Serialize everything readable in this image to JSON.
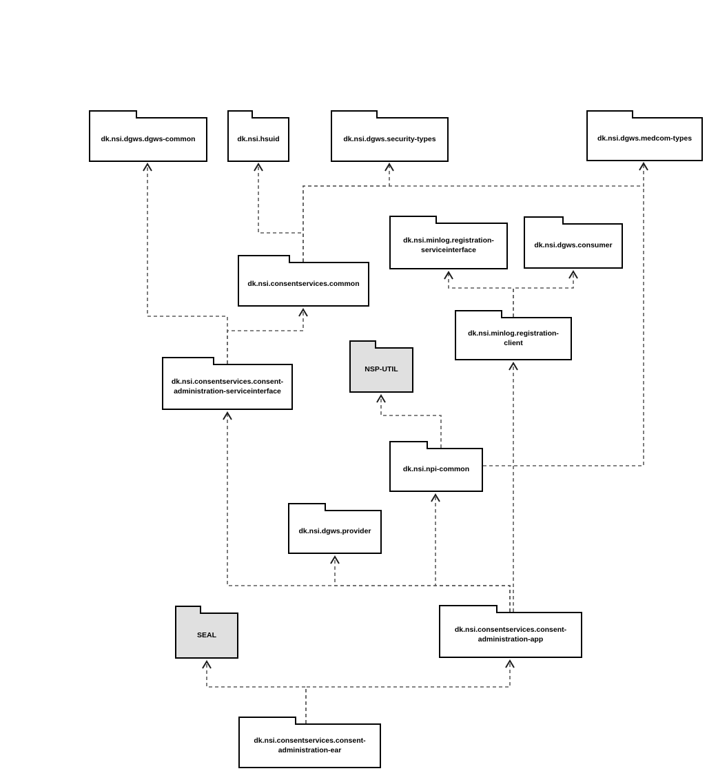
{
  "diagram_type": "uml-package-dependency-diagram",
  "packages": [
    {
      "id": "dgws-common",
      "label": "dk.nsi.dgws.dgws-common",
      "highlighted": false
    },
    {
      "id": "hsuid",
      "label": "dk.nsi.hsuid",
      "highlighted": false
    },
    {
      "id": "security-types",
      "label": "dk.nsi.dgws.security-types",
      "highlighted": false
    },
    {
      "id": "medcom-types",
      "label": "dk.nsi.dgws.medcom-types",
      "highlighted": false
    },
    {
      "id": "minlog-registration-serviceinterface",
      "label": "dk.nsi.minlog.registration-serviceinterface",
      "highlighted": false
    },
    {
      "id": "dgws-consumer",
      "label": "dk.nsi.dgws.consumer",
      "highlighted": false
    },
    {
      "id": "consentservices-common",
      "label": "dk.nsi.consentservices.common",
      "highlighted": false
    },
    {
      "id": "minlog-registration-client",
      "label": "dk.nsi.minlog.registration-client",
      "highlighted": false
    },
    {
      "id": "nsp-util",
      "label": "NSP-UTIL",
      "highlighted": true
    },
    {
      "id": "consent-administration-serviceinterface",
      "label": "dk.nsi.consentservices.consent-administration-serviceinterface",
      "highlighted": false
    },
    {
      "id": "npi-common",
      "label": "dk.nsi.npi-common",
      "highlighted": false
    },
    {
      "id": "dgws-provider",
      "label": "dk.nsi.dgws.provider",
      "highlighted": false
    },
    {
      "id": "seal",
      "label": "SEAL",
      "highlighted": true
    },
    {
      "id": "consent-administration-app",
      "label": "dk.nsi.consentservices.consent-administration-app",
      "highlighted": false
    },
    {
      "id": "consent-administration-ear",
      "label": "dk.nsi.consentservices.consent-administration-ear",
      "highlighted": false
    }
  ],
  "edges": [
    {
      "from": "consent-administration-serviceinterface",
      "to": "dgws-common",
      "style": "dashed-open-arrow"
    },
    {
      "from": "consent-administration-serviceinterface",
      "to": "consentservices-common",
      "style": "dashed-open-arrow"
    },
    {
      "from": "consentservices-common",
      "to": "hsuid",
      "style": "dashed-open-arrow"
    },
    {
      "from": "consentservices-common",
      "to": "security-types",
      "style": "dashed-open-arrow"
    },
    {
      "from": "consentservices-common",
      "to": "medcom-types",
      "style": "dashed-open-arrow"
    },
    {
      "from": "npi-common",
      "to": "medcom-types",
      "style": "dashed-open-arrow"
    },
    {
      "from": "npi-common",
      "to": "nsp-util",
      "style": "dashed-open-arrow"
    },
    {
      "from": "minlog-registration-client",
      "to": "minlog-registration-serviceinterface",
      "style": "dashed-open-arrow"
    },
    {
      "from": "minlog-registration-client",
      "to": "dgws-consumer",
      "style": "dashed-open-arrow"
    },
    {
      "from": "consent-administration-app",
      "to": "minlog-registration-client",
      "style": "dashed-open-arrow"
    },
    {
      "from": "consent-administration-app",
      "to": "consent-administration-serviceinterface",
      "style": "dashed-open-arrow"
    },
    {
      "from": "consent-administration-app",
      "to": "dgws-provider",
      "style": "dashed-open-arrow"
    },
    {
      "from": "consent-administration-app",
      "to": "npi-common",
      "style": "dashed-open-arrow"
    },
    {
      "from": "consent-administration-ear",
      "to": "seal",
      "style": "dashed-open-arrow"
    },
    {
      "from": "consent-administration-ear",
      "to": "consent-administration-app",
      "style": "dashed-open-arrow"
    }
  ],
  "colors": {
    "background": "#ffffff",
    "package_fill": "#ffffff",
    "highlight_fill": "#e0e0e0",
    "border": "#000000",
    "connector": "#5c5c5c",
    "text": "#000000"
  }
}
